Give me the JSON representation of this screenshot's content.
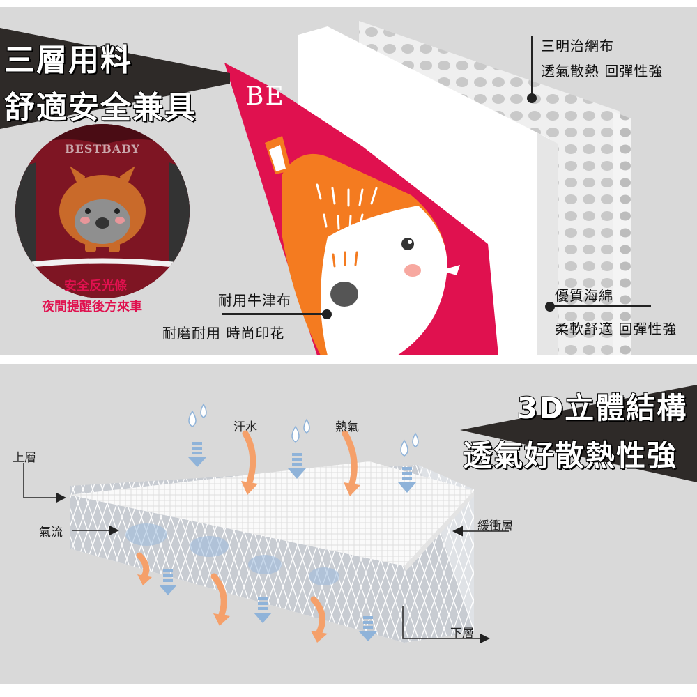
{
  "top_panel": {
    "headline_line1": "三層用料",
    "headline_line2": "舒適安全兼具",
    "brand_text": "BESTBABY",
    "brand_partial": "BE",
    "reflective_label_line1": "安全反光條",
    "reflective_label_line2": "夜間提醒後方來車",
    "mesh_label_line1": "三明治網布",
    "mesh_label_line2": "透氣散熱 回彈性強",
    "oxford_label_line1": "耐用牛津布",
    "oxford_label_line2": "耐磨耐用 時尚印花",
    "sponge_label_line1": "優質海綿",
    "sponge_label_line2": "柔軟舒適 回彈性強"
  },
  "bottom_panel": {
    "headline_line1": "3D立體結構",
    "headline_line2": "透氣好散熱性強",
    "sweat_label": "汗水",
    "heat_label": "熱氣",
    "upper_layer_label": "上層",
    "airflow_label": "氣流",
    "buffer_layer_label": "緩衝層",
    "lower_layer_label": "下層"
  },
  "colors": {
    "panel_bg": "#d9d9d9",
    "dark_band": "#2e2a28",
    "fabric_red": "#e0114f",
    "fox_orange": "#f47b20",
    "arrow_orange": "#f5a06a",
    "arrow_blue": "#8fb3d9"
  }
}
